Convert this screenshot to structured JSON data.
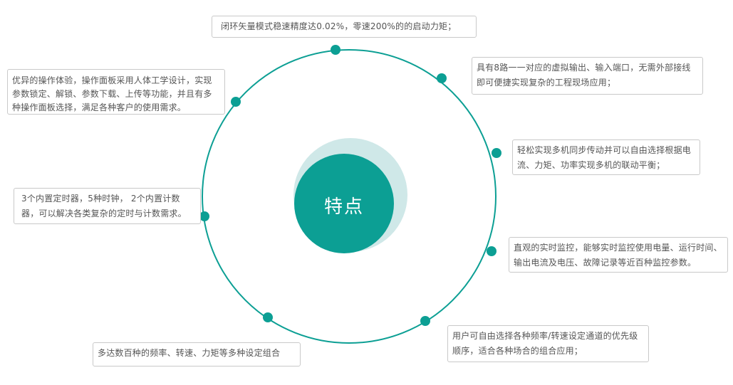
{
  "colors": {
    "accent": "#0c9f94",
    "halo": "#cfe8e8",
    "ring": "#0c9f94",
    "box_border": "#c9c9c9",
    "text": "#555555"
  },
  "center": {
    "label": "特点"
  },
  "features": [
    {
      "text": "闭环矢量模式稳速精度达0.02%，零速200%的的启动力矩；"
    },
    {
      "text": "具有8路一一对应的虚拟输出、输入端口，无需外部接线即可便捷实现复杂的工程现场应用；"
    },
    {
      "text": "轻松实现多机同步传动并可以自由选择根据电流、力矩、功率实现多机的联动平衡；"
    },
    {
      "text": "直观的实时监控，能够实时监控使用电量、运行时间、输出电流及电压、故障记录等近百种监控参数。"
    },
    {
      "text": "用户可自由选择各种频率/转速设定通道的优先级顺序，适合各种场合的组合应用；"
    },
    {
      "text": "多达数百种的频率、转速、力矩等多种设定组合"
    },
    {
      "text": "3个内置定时器，5种时钟， 2个内置计数器，可以解决各类复杂的定时与计数需求。"
    },
    {
      "text": "优异的操作体验，操作面板采用人体工学设计，实现参数锁定、解锁、参数下载、上传等功能，并且有多种操作面板选择，满足各种客户的使用需求。"
    }
  ]
}
